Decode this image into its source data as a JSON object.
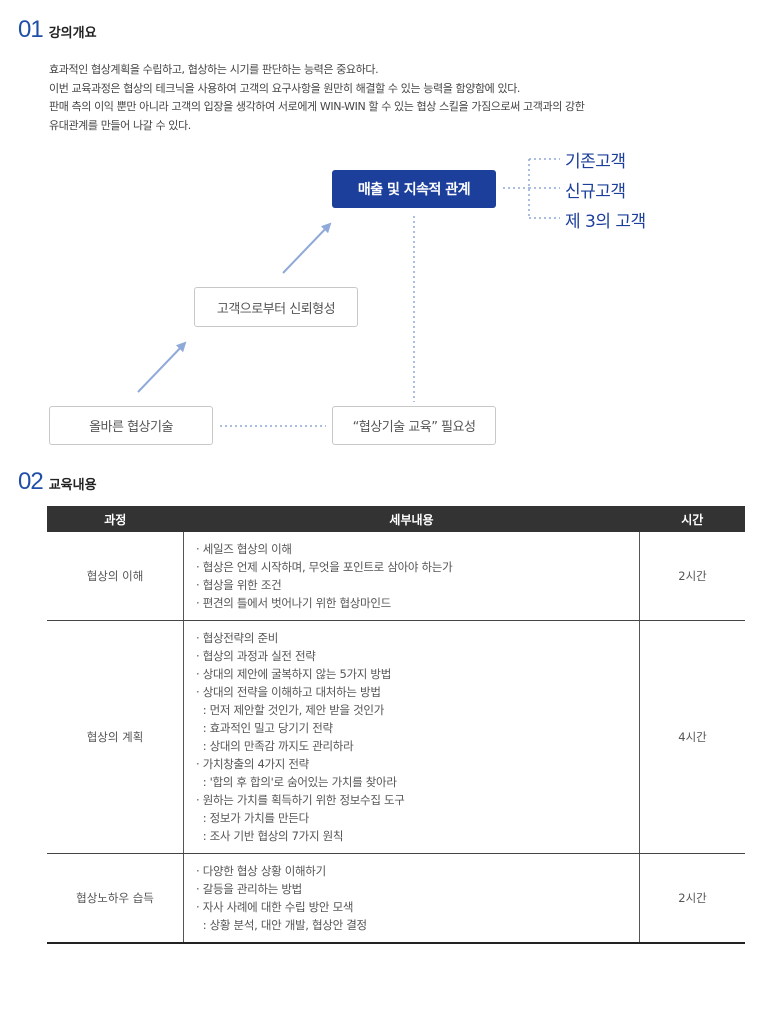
{
  "section1": {
    "num": "01",
    "title": "강의개요",
    "intro": [
      "효과적인 협상계획을 수립하고, 협상하는 시기를 판단하는 능력은 중요하다.",
      "이번 교육과정은 협상의 테크닉을 사용하여 고객의 요구사항을 원만히 해결할 수 있는 능력을 함양함에 있다.",
      "판매 측의 이익 뿐만 아니라 고객의 입장을 생각하여 서로에게 WIN-WIN 할 수 있는 협상 스킬을 가짐으로써 고객과의 강한",
      "유대관계를 만들어 나갈 수 있다."
    ]
  },
  "diagram": {
    "main": "매출 및 지속적 관계",
    "trust": "고객으로부터 신뢰형성",
    "skill": "올바른 협상기술",
    "need": "“협상기술 교육” 필요성",
    "customers": [
      "기존고객",
      "신규고객",
      "제 3의 고객"
    ],
    "colors": {
      "accent": "#1c3f9c",
      "line": "#8fa9d8"
    }
  },
  "section2": {
    "num": "02",
    "title": "교육내용",
    "headers": [
      "과정",
      "세부내용",
      "시간"
    ],
    "rows": [
      {
        "course": "협상의 이해",
        "details": [
          "· 세일즈 협상의 이해",
          "· 협상은 언제 시작하며, 무엇을 포인트로 삼아야 하는가",
          "· 협상을 위한 조건",
          "· 편견의 틀에서 벗어나기 위한 협상마인드"
        ],
        "time": "2시간"
      },
      {
        "course": "협상의 계획",
        "details": [
          "· 협상전략의 준비",
          "· 협상의 과정과 실전 전략",
          "· 상대의 제안에 굴복하지 않는 5가지 방법",
          "· 상대의 전략을 이해하고 대처하는 방법",
          "  : 먼저 제안할 것인가, 제안 받을 것인가",
          "  : 효과적인 밀고 당기기 전략",
          "  : 상대의 만족감 까지도 관리하라",
          "· 가치창출의 4가지 전략",
          "  : '합의 후 합의'로 숨어있는 가치를 찾아라",
          "· 원하는 가치를 획득하기 위한 정보수집 도구",
          "  : 정보가 가치를 만든다",
          "  : 조사 기반 협상의 7가지 원칙"
        ],
        "time": "4시간"
      },
      {
        "course": "협상노하우 습득",
        "details": [
          "· 다양한 협상 상황 이해하기",
          "· 갈등을 관리하는 방법",
          "· 자사 사례에 대한 수립 방안 모색",
          "  : 상황 분석, 대안 개발, 협상안 결정"
        ],
        "time": "2시간"
      }
    ]
  }
}
